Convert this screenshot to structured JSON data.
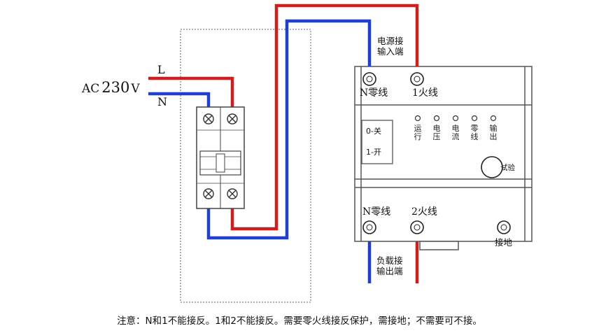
{
  "source": {
    "label": "AC",
    "voltage": "230",
    "unit": "V",
    "line": "L",
    "neutral": "N"
  },
  "device": {
    "input_caption": [
      "电源接",
      "输入端"
    ],
    "output_caption": [
      "负载接",
      "输出端"
    ],
    "top_terminals": {
      "n": "N零线",
      "live": "1火线"
    },
    "bottom_terminals": {
      "n": "N零线",
      "live": "2火线",
      "ground": "接地"
    },
    "switch_states": {
      "off": "0-关",
      "on": "1-开"
    },
    "indicators": [
      "运行",
      "电压",
      "电流",
      "零线",
      "输出"
    ],
    "test_button": "试验"
  },
  "note": "注意：N和1不能接反。1和2不能接反。需要零火线接反保护，需接地；不需要可不接。",
  "colors": {
    "live_wire": "#cc1f1f",
    "neutral_wire": "#1f3fcc",
    "outline": "#555555"
  }
}
